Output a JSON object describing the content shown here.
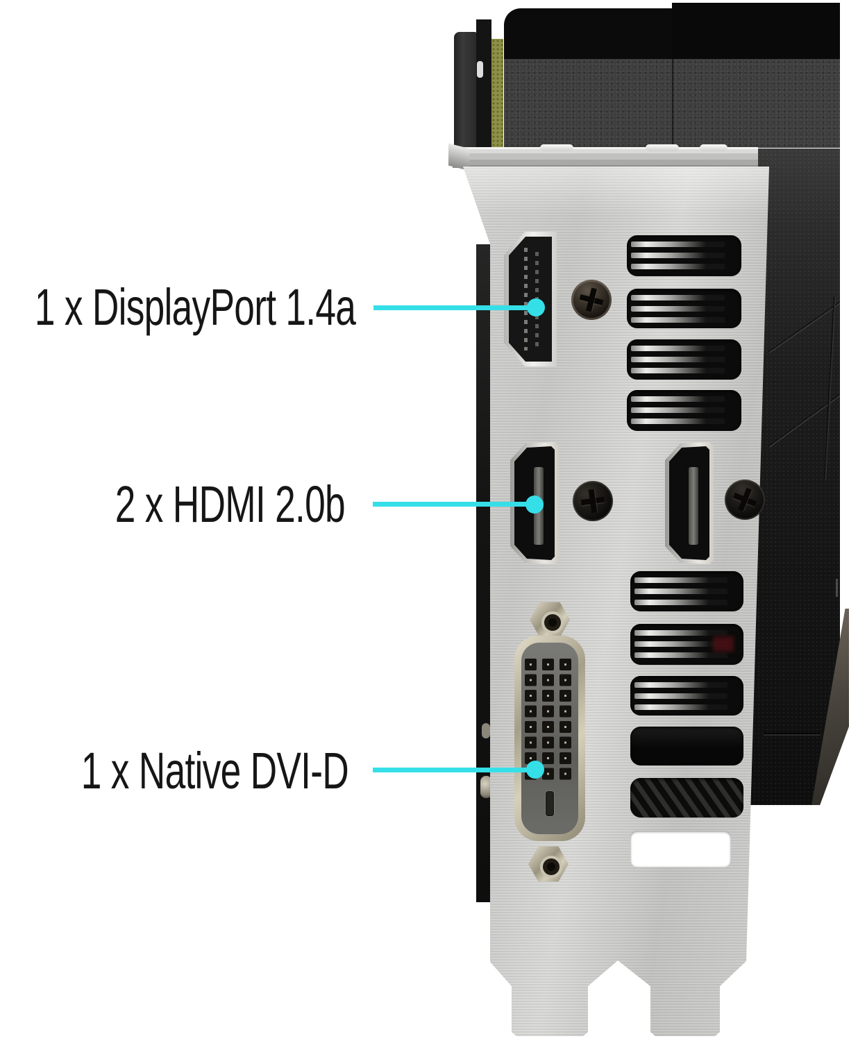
{
  "annotations": [
    {
      "label": "1 x DisplayPort 1.4a",
      "target": "displayport"
    },
    {
      "label": "2 x HDMI 2.0b",
      "target": "hdmi"
    },
    {
      "label": "1 x Native DVI-D",
      "target": "dvi-d"
    }
  ],
  "colors": {
    "background": "#ffffff",
    "callout": "#35dfe8",
    "label_text": "#161616",
    "bracket_silver": "#cccccb",
    "shroud_black": "#1a1a1a",
    "pcb_green": "#8d9046"
  }
}
